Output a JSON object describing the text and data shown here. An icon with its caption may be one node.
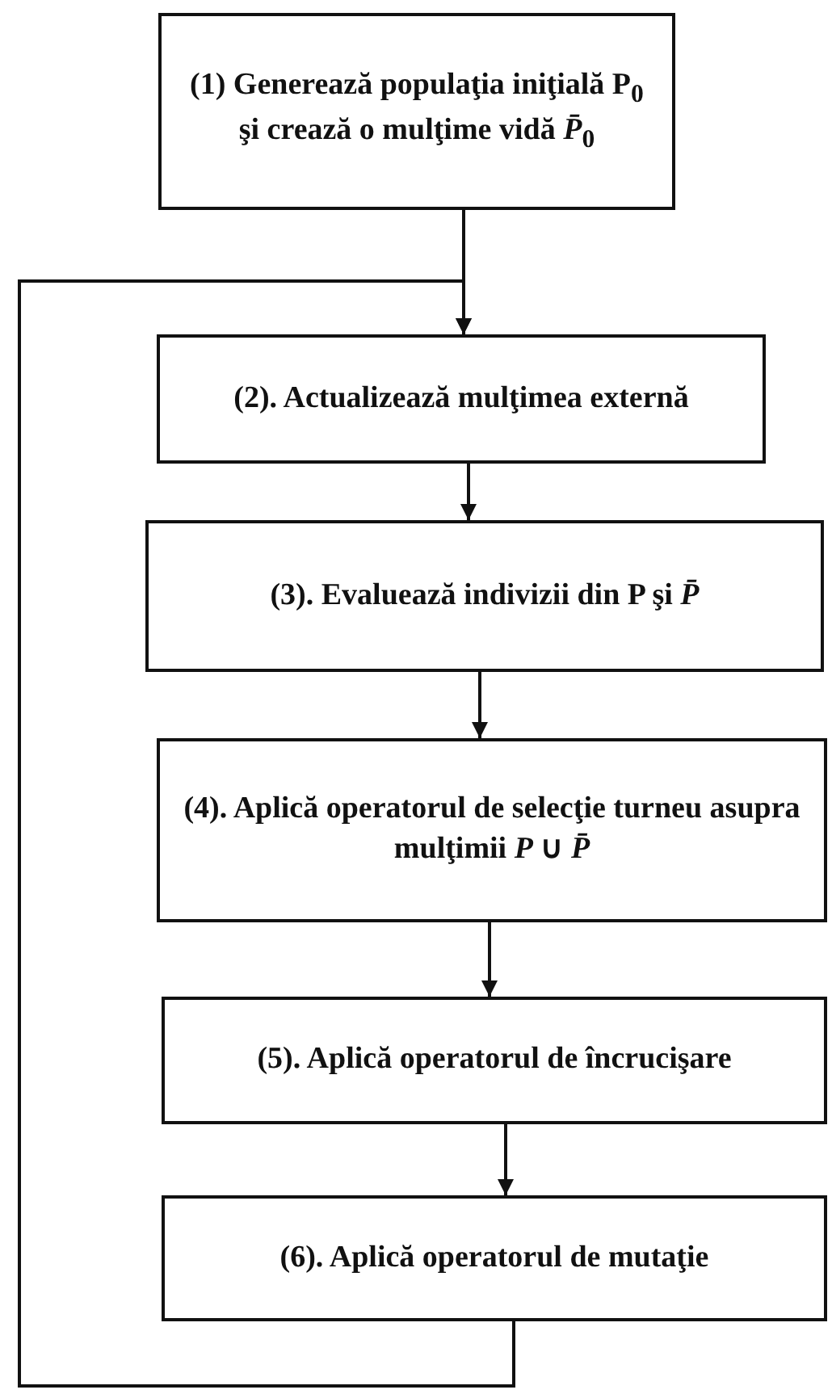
{
  "diagram": {
    "nodes": [
      {
        "text": [
          "(1) Generează populaţia iniţială P$_{0}$ şi crează o mulţime vidă *P̄*$_{0}$"
        ]
      },
      {
        "text": [
          "(2). Actualizează mulţimea externă"
        ]
      },
      {
        "text": [
          "(3). Evaluează indivizii din P şi *P̄*"
        ]
      },
      {
        "text": [
          "(4). Aplică operatorul de selecţie turneu asupra mulţimii *P* ∪ *P̄*"
        ]
      },
      {
        "text": [
          "(5). Aplică operatorul de încrucişare"
        ]
      },
      {
        "text": [
          "(6). Aplică operatorul de mutaţie"
        ]
      }
    ],
    "edges": [
      {
        "from": 0,
        "to": 1,
        "arrow": "to"
      },
      {
        "from": 1,
        "to": 2,
        "arrow": "to"
      },
      {
        "from": 2,
        "to": 3,
        "arrow": "to"
      },
      {
        "from": 3,
        "to": 4,
        "arrow": "to"
      },
      {
        "from": 4,
        "to": 5,
        "arrow": "to"
      },
      {
        "from": 5,
        "to": 1,
        "arrow": "to"
      }
    ]
  }
}
